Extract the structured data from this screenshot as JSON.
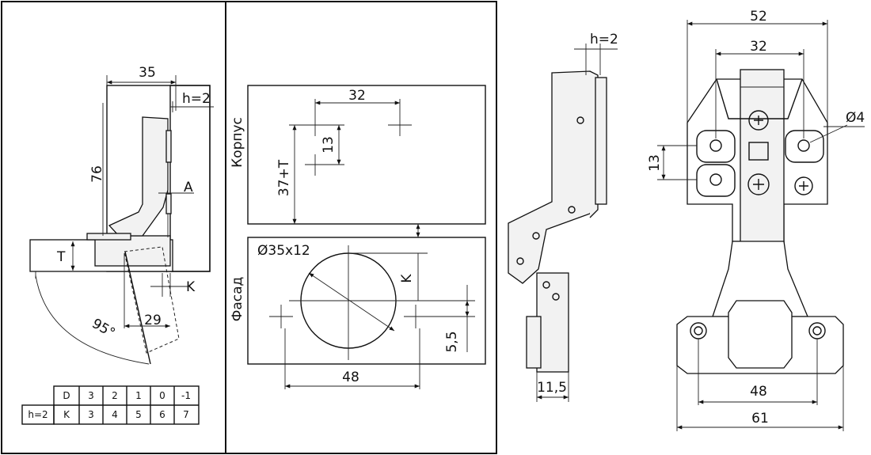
{
  "panel1": {
    "dim_35": "35",
    "dim_h2": "h=2",
    "dim_76": "76",
    "label_A": "A",
    "label_T": "T",
    "label_K": "K",
    "angle": "95°",
    "dim_29": "29",
    "table": {
      "row1": [
        "D",
        "3",
        "2",
        "1",
        "0",
        "-1"
      ],
      "row2_label": "h=2",
      "row2": [
        "K",
        "3",
        "4",
        "5",
        "6",
        "7"
      ]
    }
  },
  "panel2": {
    "korpus": "Корпус",
    "fasad": "Фасад",
    "dim_32": "32",
    "dim_13": "13",
    "dim_37T": "37+T",
    "dim_diam": "Ø35x12",
    "dim_K": "K",
    "dim_55": "5,5",
    "dim_48": "48"
  },
  "panel3": {
    "dim_h2": "h=2",
    "dim_115": "11,5"
  },
  "panel4": {
    "dim_52": "52",
    "dim_32": "32",
    "dim_d4": "Ø4",
    "dim_13": "13",
    "dim_48": "48",
    "dim_61": "61"
  }
}
